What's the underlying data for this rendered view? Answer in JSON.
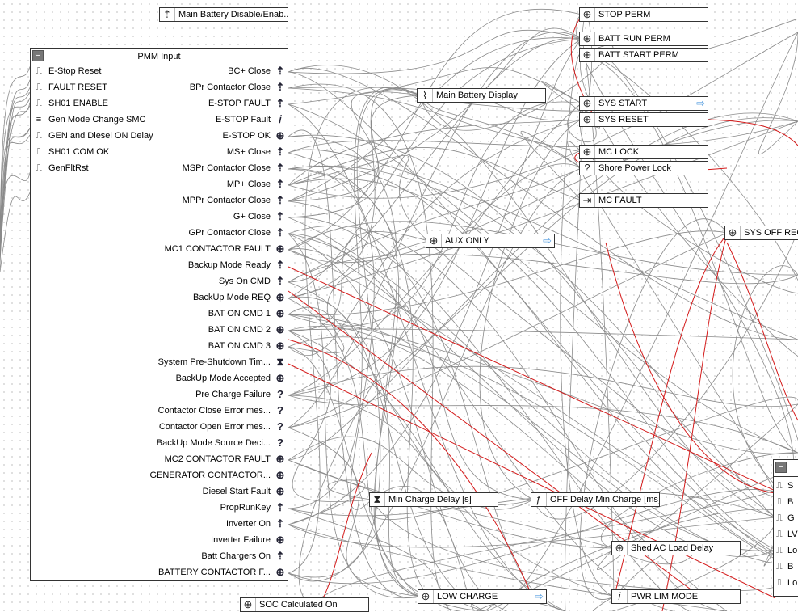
{
  "pmm": {
    "title": "PMM Input",
    "collapse_glyph": "−",
    "inputs": [
      {
        "label": "E-Stop Reset",
        "icon": "pulse-icon",
        "glyph": "⎍"
      },
      {
        "label": "FAULT RESET",
        "icon": "pulse-icon",
        "glyph": "⎍"
      },
      {
        "label": "SH01 ENABLE",
        "icon": "pulse-icon",
        "glyph": "⎍"
      },
      {
        "label": "Gen Mode Change SMC",
        "icon": "selector-icon",
        "glyph": "≡"
      },
      {
        "label": "GEN and Diesel ON Delay",
        "icon": "pulse-icon",
        "glyph": "⎍"
      },
      {
        "label": "SH01 COM OK",
        "icon": "pulse-icon",
        "glyph": "⎍"
      },
      {
        "label": "GenFltRst",
        "icon": "pulse-icon",
        "glyph": "⎍"
      }
    ],
    "outputs": [
      {
        "label": "BC+ Close",
        "icon": "signal-icon",
        "glyph": "⇡"
      },
      {
        "label": "BPr Contactor Close",
        "icon": "signal-icon",
        "glyph": "⇡"
      },
      {
        "label": "E-STOP FAULT",
        "icon": "signal-icon",
        "glyph": "⇡"
      },
      {
        "label": "E-STOP Fault",
        "icon": "info-icon",
        "glyph": "𝑖"
      },
      {
        "label": "E-STOP OK",
        "icon": "crosshair-icon",
        "glyph": "⊕"
      },
      {
        "label": "MS+ Close",
        "icon": "signal-icon",
        "glyph": "⇡"
      },
      {
        "label": "MSPr Contactor Close",
        "icon": "signal-icon",
        "glyph": "⇡"
      },
      {
        "label": "MP+ Close",
        "icon": "signal-icon",
        "glyph": "⇡"
      },
      {
        "label": "MPPr Contactor Close",
        "icon": "signal-icon",
        "glyph": "⇡"
      },
      {
        "label": "G+ Close",
        "icon": "signal-icon",
        "glyph": "⇡"
      },
      {
        "label": "GPr Contactor Close",
        "icon": "signal-icon",
        "glyph": "⇡"
      },
      {
        "label": "MC1 CONTACTOR FAULT",
        "icon": "crosshair-icon",
        "glyph": "⊕"
      },
      {
        "label": "Backup Mode Ready",
        "icon": "signal-icon",
        "glyph": "⇡"
      },
      {
        "label": "Sys On CMD",
        "icon": "signal-icon",
        "glyph": "⇡"
      },
      {
        "label": "BackUp Mode REQ",
        "icon": "crosshair-icon",
        "glyph": "⊕"
      },
      {
        "label": "BAT ON CMD 1",
        "icon": "crosshair-icon",
        "glyph": "⊕"
      },
      {
        "label": "BAT ON CMD 2",
        "icon": "crosshair-icon",
        "glyph": "⊕"
      },
      {
        "label": "BAT ON CMD 3",
        "icon": "crosshair-icon",
        "glyph": "⊕"
      },
      {
        "label": "System Pre-Shutdown Tim...",
        "icon": "hourglass-icon",
        "glyph": "⧗"
      },
      {
        "label": "BackUp Mode Accepted",
        "icon": "crosshair-icon",
        "glyph": "⊕"
      },
      {
        "label": "Pre Charge Failure",
        "icon": "question-icon",
        "glyph": "?"
      },
      {
        "label": "Contactor Close Error mes...",
        "icon": "question-icon",
        "glyph": "?"
      },
      {
        "label": "Contactor Open Error mes...",
        "icon": "question-icon",
        "glyph": "?"
      },
      {
        "label": "BackUp Mode Source Deci...",
        "icon": "question-icon",
        "glyph": "?"
      },
      {
        "label": "MC2 CONTACTOR FAULT",
        "icon": "crosshair-icon",
        "glyph": "⊕"
      },
      {
        "label": "GENERATOR CONTACTOR...",
        "icon": "crosshair-icon",
        "glyph": "⊕"
      },
      {
        "label": "Diesel Start Fault",
        "icon": "crosshair-icon",
        "glyph": "⊕"
      },
      {
        "label": "PropRunKey",
        "icon": "signal-icon",
        "glyph": "⇡"
      },
      {
        "label": "Inverter On",
        "icon": "signal-icon",
        "glyph": "⇡"
      },
      {
        "label": "Inverter Failure",
        "icon": "crosshair-icon",
        "glyph": "⊕"
      },
      {
        "label": "Batt Chargers On",
        "icon": "signal-icon",
        "glyph": "⇡"
      },
      {
        "label": "BATTERY CONTACTOR F...",
        "icon": "crosshair-icon",
        "glyph": "⊕"
      }
    ]
  },
  "blocks": [
    {
      "name": "main-battery-disable-block",
      "label": "Main Battery Disable/Enab...",
      "icon": "signal-icon",
      "glyph": "⇡",
      "arrow": ""
    },
    {
      "name": "main-battery-display-block",
      "label": "Main Battery Display",
      "icon": "wire-icon",
      "glyph": "⌇",
      "arrow": ""
    },
    {
      "name": "stop-perm-block",
      "label": "STOP PERM",
      "icon": "crosshair-icon",
      "glyph": "⊕",
      "arrow": ""
    },
    {
      "name": "batt-run-perm-block",
      "label": "BATT RUN PERM",
      "icon": "crosshair-icon",
      "glyph": "⊕",
      "arrow": ""
    },
    {
      "name": "batt-start-perm-block",
      "label": "BATT START PERM",
      "icon": "crosshair-icon",
      "glyph": "⊕",
      "arrow": ""
    },
    {
      "name": "sys-start-block",
      "label": "SYS START",
      "icon": "crosshair-icon",
      "glyph": "⊕",
      "arrow": "⇨"
    },
    {
      "name": "sys-reset-block",
      "label": "SYS RESET",
      "icon": "crosshair-icon",
      "glyph": "⊕",
      "arrow": ""
    },
    {
      "name": "mc-lock-block",
      "label": "MC LOCK",
      "icon": "crosshair-icon",
      "glyph": "⊕",
      "arrow": ""
    },
    {
      "name": "shore-power-lock-block",
      "label": "Shore Power Lock",
      "icon": "question-icon",
      "glyph": "?",
      "arrow": ""
    },
    {
      "name": "mc-fault-block",
      "label": "MC FAULT",
      "icon": "output-icon",
      "glyph": "⇥",
      "arrow": ""
    },
    {
      "name": "aux-only-block",
      "label": "AUX ONLY",
      "icon": "crosshair-icon",
      "glyph": "⊕",
      "arrow": "⇨"
    },
    {
      "name": "sys-off-req-block",
      "label": "SYS OFF REQ",
      "icon": "crosshair-icon",
      "glyph": "⊕",
      "arrow": ""
    },
    {
      "name": "min-charge-delay-block",
      "label": "Min Charge Delay [s]",
      "icon": "hourglass-icon",
      "glyph": "⧗",
      "arrow": ""
    },
    {
      "name": "off-delay-min-charge-block",
      "label": "OFF Delay Min Charge [ms]",
      "icon": "function-icon",
      "glyph": "ƒ",
      "arrow": ""
    },
    {
      "name": "shed-ac-load-delay-block",
      "label": "Shed AC Load Delay",
      "icon": "crosshair-icon",
      "glyph": "⊕",
      "arrow": ""
    },
    {
      "name": "soc-calculated-on-block",
      "label": "SOC Calculated On",
      "icon": "crosshair-icon",
      "glyph": "⊕",
      "arrow": ""
    },
    {
      "name": "low-charge-block",
      "label": "LOW CHARGE",
      "icon": "crosshair-icon",
      "glyph": "⊕",
      "arrow": "⇨"
    },
    {
      "name": "pwr-lim-mode-block",
      "label": "PWR LIM MODE",
      "icon": "info-icon",
      "glyph": "𝑖",
      "arrow": ""
    }
  ],
  "right_block": {
    "collapse_glyph": "−",
    "rows": [
      "S",
      "B",
      "G",
      "LV",
      "Lo",
      "B",
      "Lo"
    ],
    "row_glyph": "⎍"
  }
}
